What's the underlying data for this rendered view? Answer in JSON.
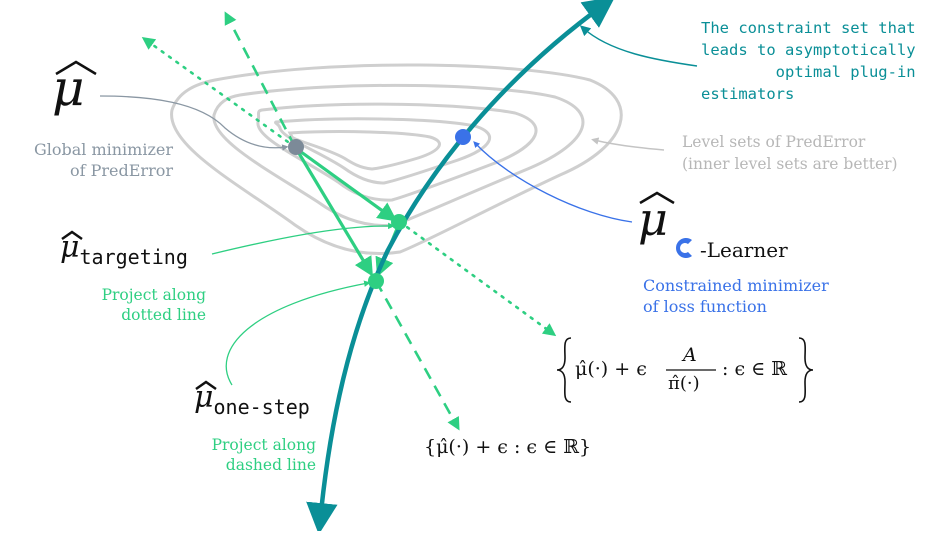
{
  "labels": {
    "constraint_set": [
      "The constraint set that",
      "leads to asymptotically",
      "optimal plug-in",
      "estimators"
    ],
    "level_sets": [
      "Level sets of PredError",
      "(inner level sets are better)"
    ],
    "global_minimizer": [
      "Global minimizer",
      "of PredError"
    ],
    "mu_hat_symbol": "μ",
    "targeting_sub": "targeting",
    "targeting_desc": [
      "Project along",
      "dotted line"
    ],
    "onestep_sub": "one-step",
    "onestep_desc": [
      "Project along",
      "dashed line"
    ],
    "learner_sub": "-Learner",
    "learner_desc": [
      "Constrained minimizer",
      "of loss function"
    ],
    "formula_dotted": {
      "lhs": "μ̂(·) + ϵ",
      "num": "A",
      "den": "π̂(·)",
      "rhs": ": ϵ ∈ ℝ"
    },
    "formula_dashed": "{μ̂(·) + ϵ : ϵ ∈ ℝ}"
  },
  "colors": {
    "teal": "#0a8f97",
    "green": "#2ecf82",
    "blue": "#3a72e8",
    "gray": "#8a97a3",
    "levelset": "#cfcfcf"
  }
}
